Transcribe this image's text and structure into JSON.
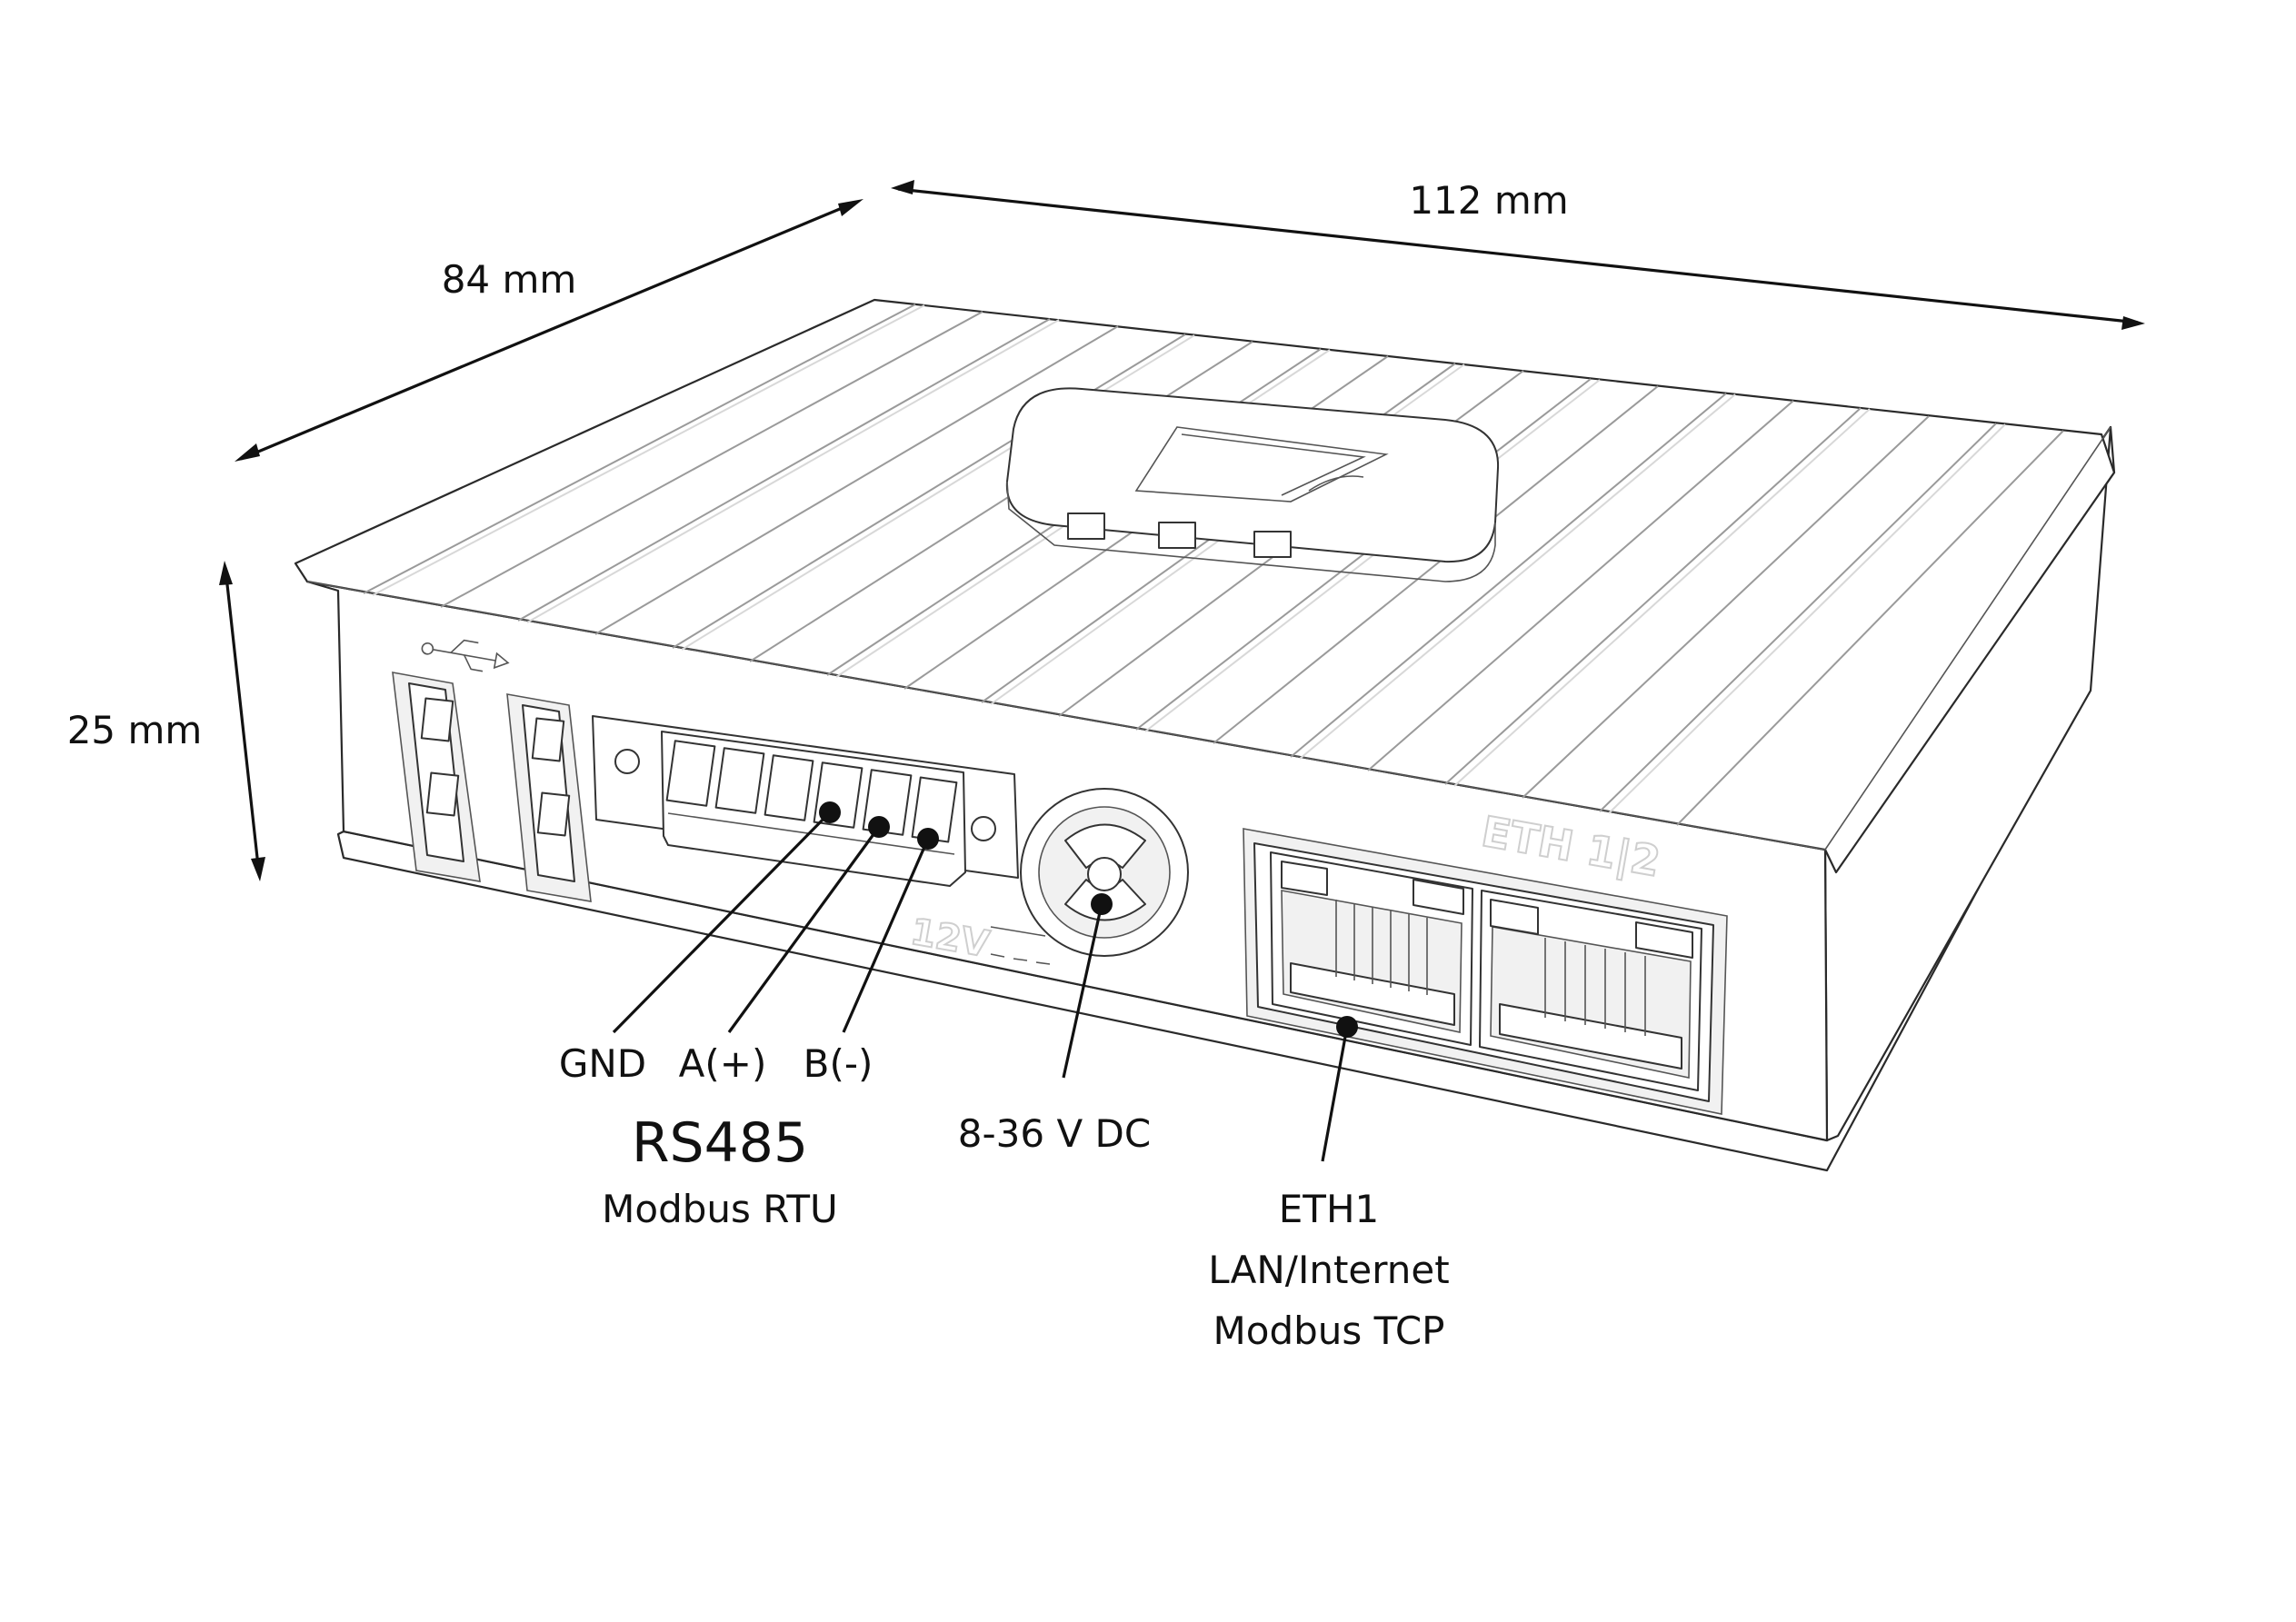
{
  "dimensions": {
    "width": "112 mm",
    "depth": "84 mm",
    "height": "25 mm"
  },
  "rs485": {
    "pins": {
      "gnd": "GND",
      "a_plus": "A(+)",
      "b_minus": "B(-)"
    },
    "title": "RS485",
    "protocol": "Modbus RTU"
  },
  "power": {
    "voltage": "8-36 V DC",
    "embossed_label": "12V"
  },
  "ethernet": {
    "line1": "ETH1",
    "line2": "LAN/Internet",
    "line3": "Modbus TCP",
    "embossed_label": "ETH 1|2"
  },
  "icons": [
    "usb-icon",
    "brand-logo-icon"
  ]
}
